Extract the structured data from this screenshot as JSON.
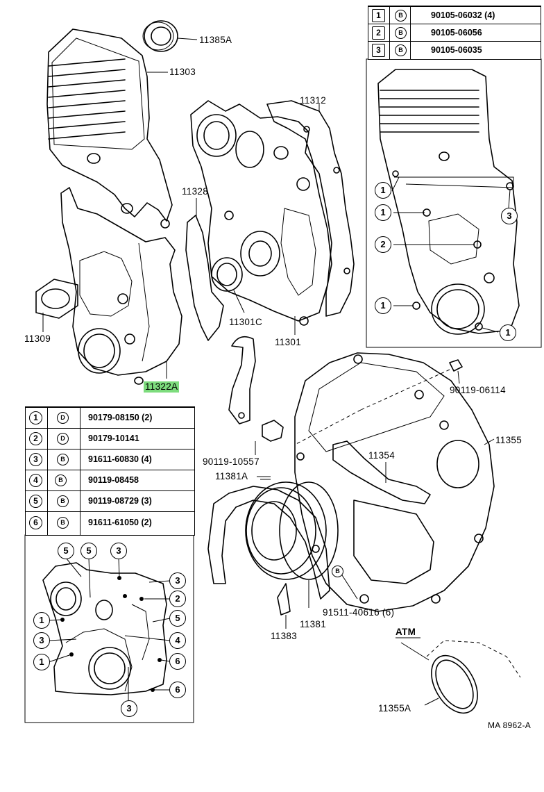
{
  "part_labels": {
    "p11385A": "11385A",
    "p11303": "11303",
    "p11312": "11312",
    "p11328": "11328",
    "p11309": "11309",
    "p11322A": "11322A",
    "p11301C": "11301C",
    "p11301": "11301",
    "p90119_06114": "90119-06114",
    "p11355": "11355",
    "p11354": "11354",
    "p90119_10557": "90119-10557",
    "p11381A": "11381A",
    "p91511_40616": "91511-40616 (6)",
    "p11381": "11381",
    "p11383": "11383",
    "atm": "ATM",
    "p11355A": "11355A",
    "ref": "MA 8962-A"
  },
  "right_table": {
    "rows": [
      {
        "num": "1",
        "fastener": "B",
        "part": "90105-06032 (4)"
      },
      {
        "num": "2",
        "fastener": "B",
        "part": "90105-06056"
      },
      {
        "num": "3",
        "fastener": "B",
        "part": "90105-06035"
      }
    ],
    "callouts": [
      "1",
      "1",
      "3",
      "2",
      "1",
      "1"
    ]
  },
  "left_table": {
    "rows": [
      {
        "num": "1",
        "fastener": "D",
        "part": "90179-08150 (2)"
      },
      {
        "num": "2",
        "fastener": "D",
        "part": "90179-10141"
      },
      {
        "num": "3",
        "fastener": "B",
        "part": "91611-60830 (4)"
      },
      {
        "num": "4",
        "fastener": "B",
        "part": "90119-08458"
      },
      {
        "num": "5",
        "fastener": "B",
        "part": "90119-08729 (3)"
      },
      {
        "num": "6",
        "fastener": "B",
        "part": "91611-61050 (2)"
      }
    ],
    "callouts": [
      "5",
      "5",
      "3",
      "3",
      "2",
      "1",
      "5",
      "3",
      "4",
      "1",
      "6",
      "6",
      "3"
    ]
  }
}
